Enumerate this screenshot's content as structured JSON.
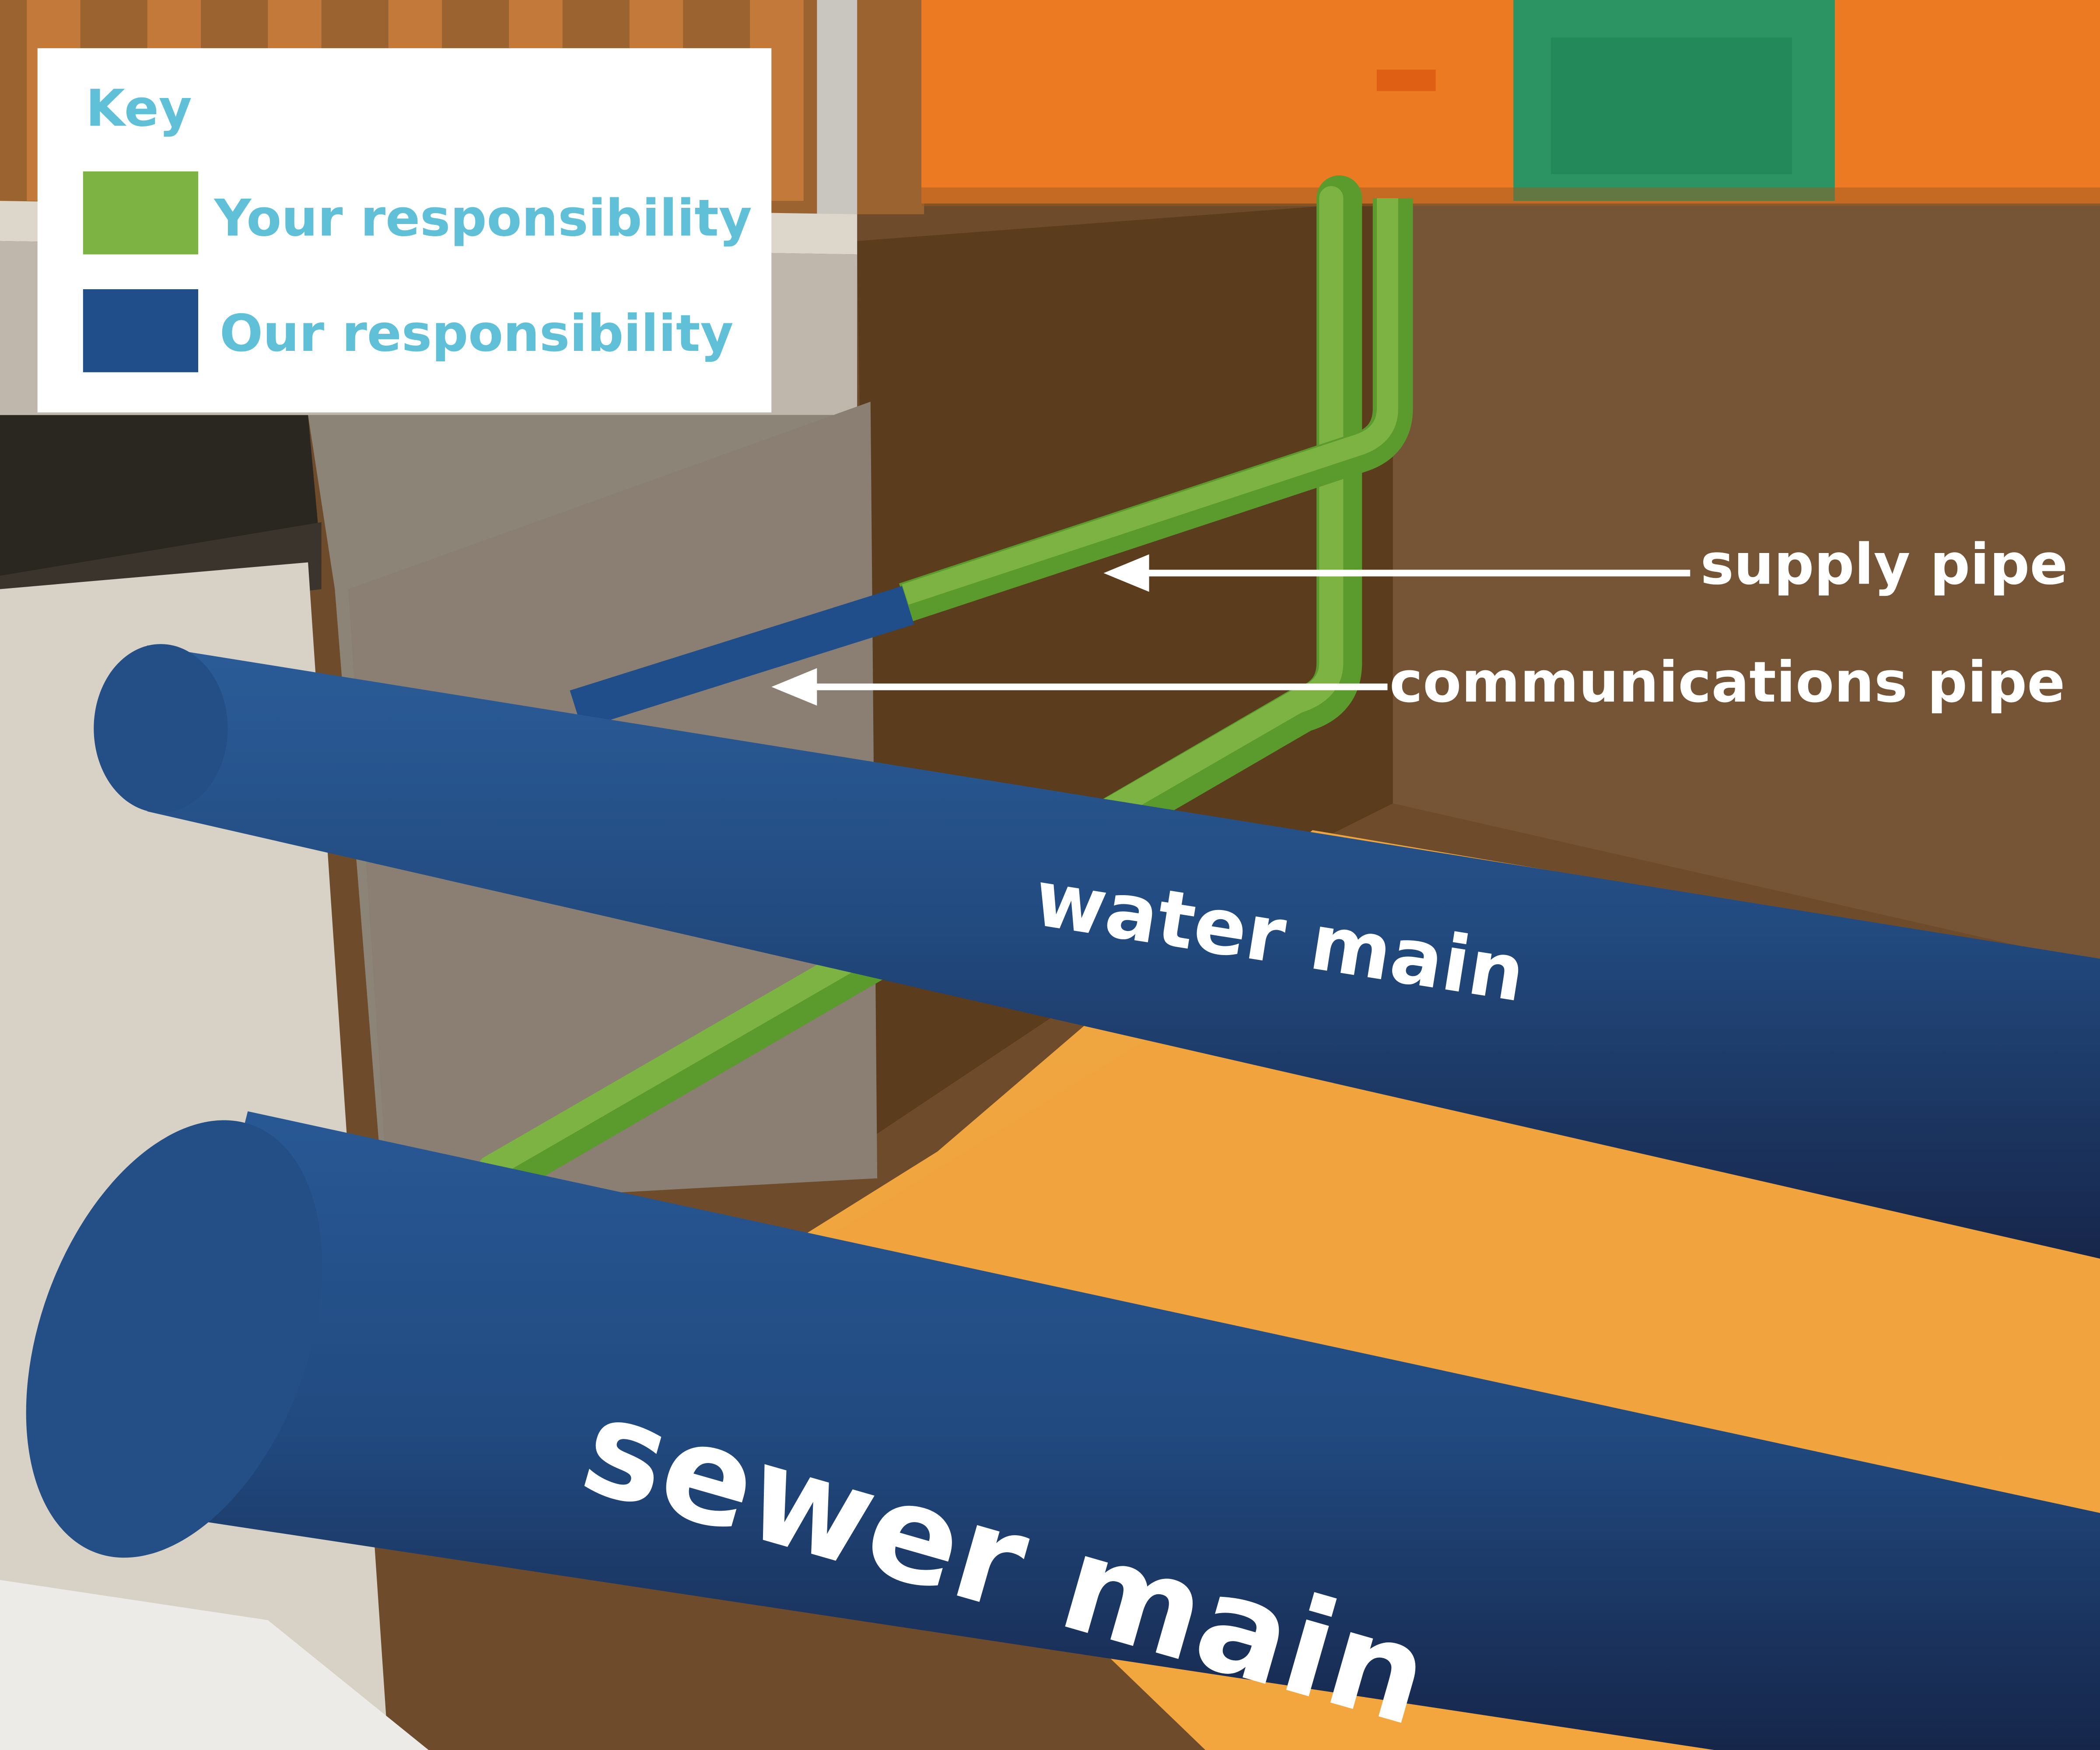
{
  "key": {
    "title": "Key",
    "items": [
      {
        "label": "Your responsibility",
        "color": "#7cb342"
      },
      {
        "label": "Our responsibility",
        "color": "#1f4e8a"
      }
    ]
  },
  "labels": {
    "supply_pipe": "supply pipe",
    "communications_pipe": "communications pipe",
    "water_main": "water main",
    "sewer_main": "sewer main"
  },
  "colors": {
    "customer_pipe": "#7cb342",
    "utility_pipe": "#1f4e8a",
    "key_text": "#5fc0d8",
    "label_text": "#ffffff"
  }
}
